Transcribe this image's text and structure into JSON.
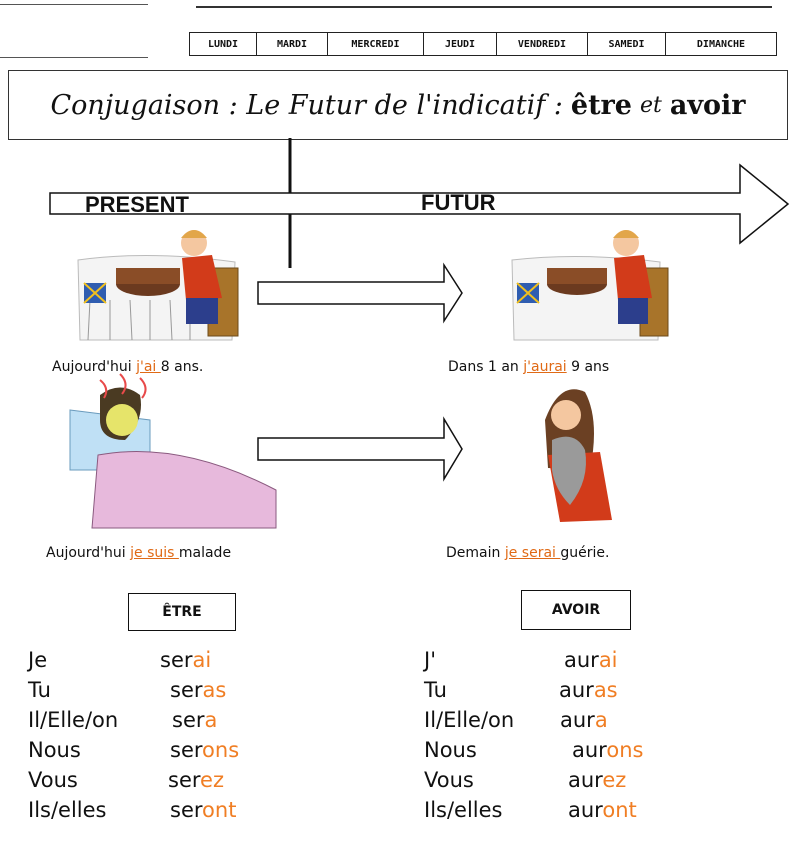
{
  "days": [
    "LUNDI",
    "MARDI",
    "MERCREDI",
    "JEUDI",
    "VENDREDI",
    "SAMEDI",
    "DIMANCHE"
  ],
  "title": {
    "prefix": "Conjugaison : Le Futur de l'indicatif :",
    "verb1": "être",
    "et": "et",
    "verb2": "avoir"
  },
  "timeline": {
    "present": "PRESENT",
    "futur": "FUTUR"
  },
  "examples": [
    {
      "pre": "Aujourd'hui ",
      "hl": "j'ai ",
      "post": "8 ans."
    },
    {
      "pre": "Dans 1 an ",
      "hl": "j'aurai",
      "post": " 9 ans"
    },
    {
      "pre": "Aujourd'hui ",
      "hl": "je suis ",
      "post": "malade"
    },
    {
      "pre": "Demain ",
      "hl": "je serai ",
      "post": "guérie."
    }
  ],
  "etre": {
    "label": "ÊTRE",
    "rows": [
      {
        "pronoun": "Je",
        "stem": "ser",
        "ending": "ai"
      },
      {
        "pronoun": "Tu",
        "stem": "ser",
        "ending": "as"
      },
      {
        "pronoun": "Il/Elle/on",
        "stem": "ser",
        "ending": "a"
      },
      {
        "pronoun": "Nous",
        "stem": "ser",
        "ending": "ons"
      },
      {
        "pronoun": "Vous",
        "stem": "ser",
        "ending": "ez"
      },
      {
        "pronoun": "Ils/elles",
        "stem": "ser",
        "ending": "ont"
      }
    ]
  },
  "avoir": {
    "label": "AVOIR",
    "rows": [
      {
        "pronoun": "J'",
        "stem": "aur",
        "ending": "ai"
      },
      {
        "pronoun": "Tu",
        "stem": "aur",
        "ending": "as"
      },
      {
        "pronoun": "Il/Elle/on",
        "stem": "aur",
        "ending": "a"
      },
      {
        "pronoun": "Nous",
        "stem": "aur",
        "ending": "ons"
      },
      {
        "pronoun": "Vous",
        "stem": "aur",
        "ending": "ez"
      },
      {
        "pronoun": "Ils/elles",
        "stem": "aur",
        "ending": "ont"
      }
    ]
  },
  "colors": {
    "ending": "#f07e24",
    "highlight": "#e06a16"
  }
}
